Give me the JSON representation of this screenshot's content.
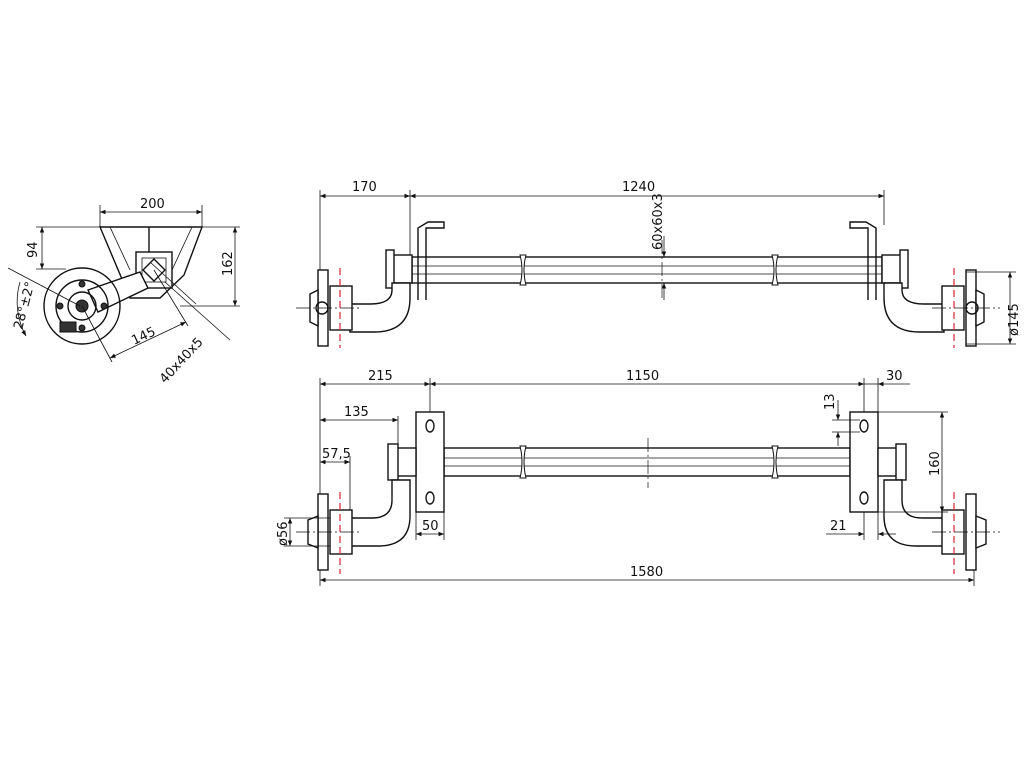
{
  "side_view": {
    "width": "200",
    "bracket_height": "94",
    "total_height": "162",
    "angle": "28°±2°",
    "arm_length": "145",
    "tube_size": "40x40x5"
  },
  "top_view": {
    "overhang": "170",
    "bracket_span": "1240",
    "tube_profile": "60x60x3",
    "hub_diameter": "ø145"
  },
  "front_view": {
    "overhang": "215",
    "bracket_span": "1150",
    "plate_offset": "30",
    "arm_offset": "135",
    "flange_offset": "57,5",
    "hole_size": "13",
    "plate_height": "160",
    "stub_diameter": "ø56",
    "plate_width": "50",
    "plate_inset": "21",
    "total_width": "1580"
  }
}
